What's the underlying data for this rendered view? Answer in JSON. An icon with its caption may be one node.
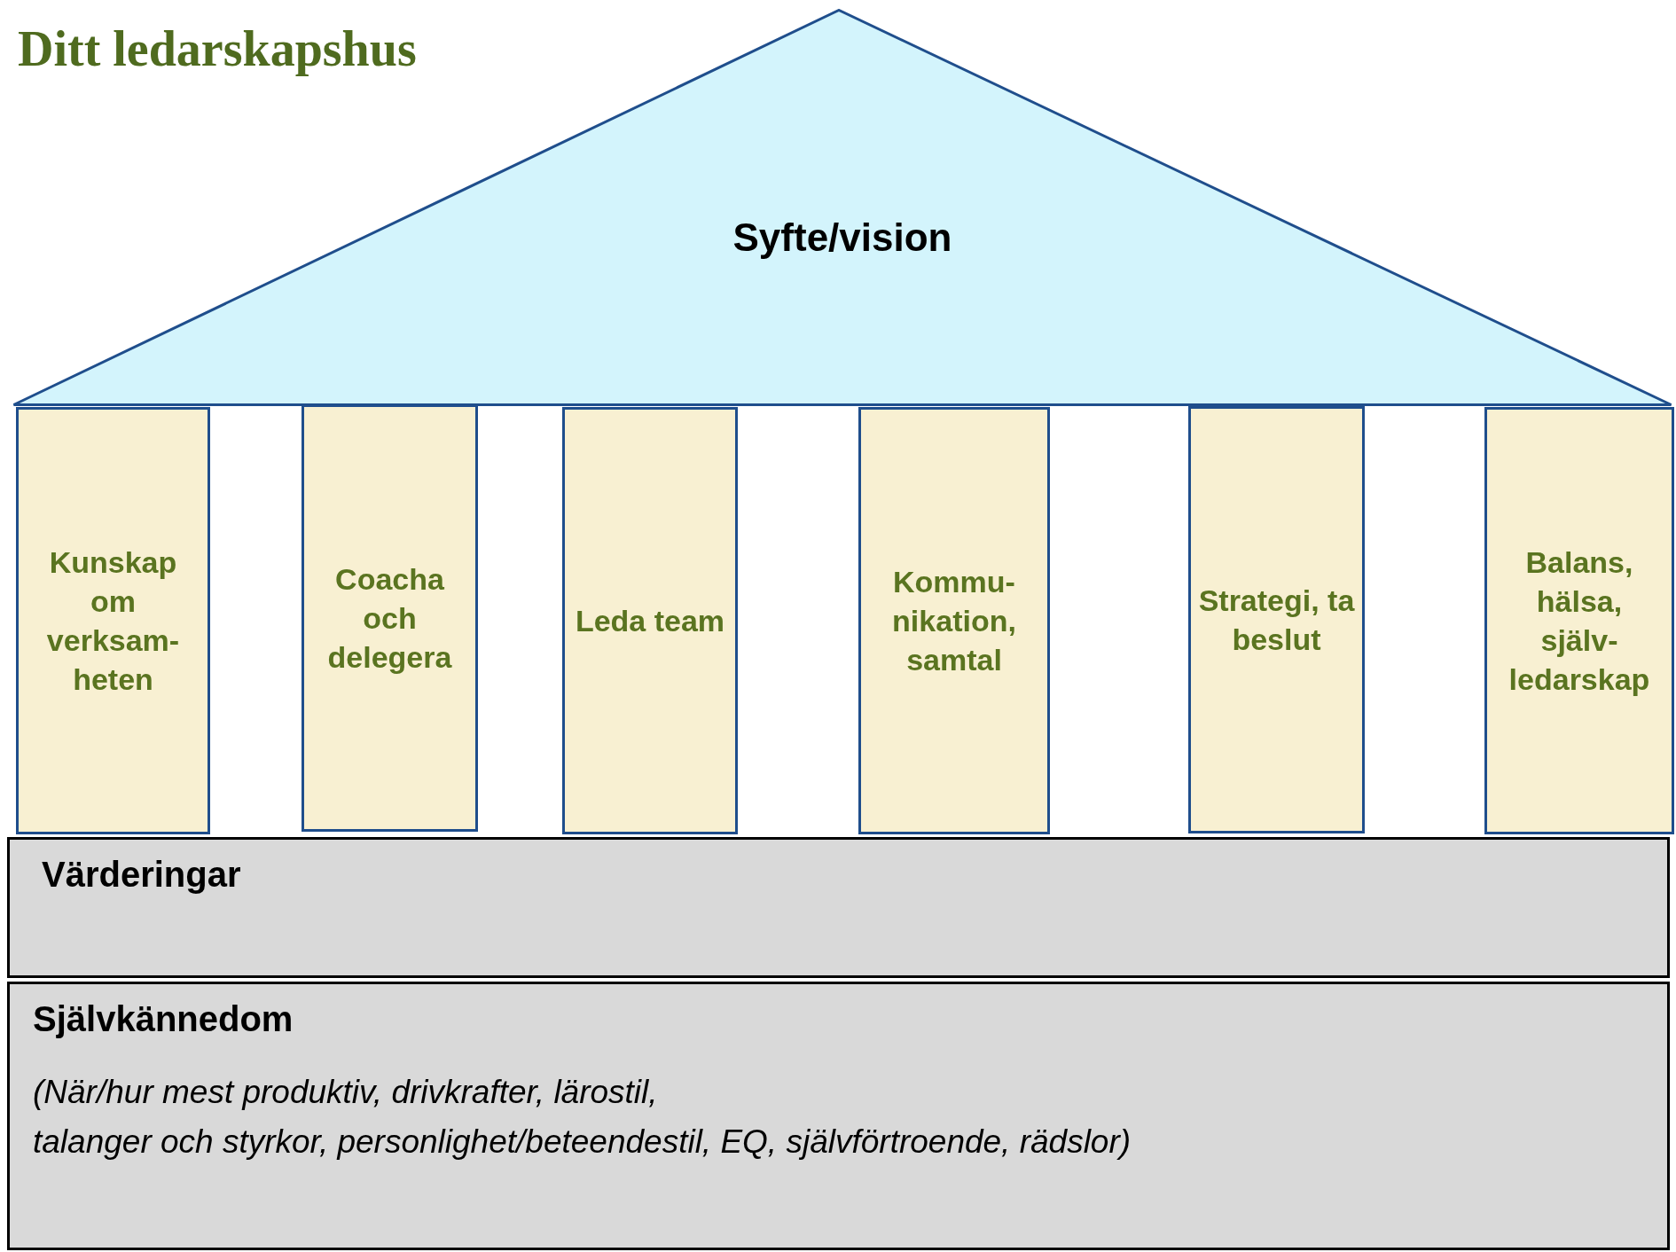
{
  "diagram": {
    "title": "Ditt ledarskapshus",
    "nodes": [
      {
        "text": [
          "Syfte/vision"
        ]
      },
      {
        "text": [
          "Kunskap om verksam- heten"
        ]
      },
      {
        "text": [
          "Coacha och delegera"
        ]
      },
      {
        "text": [
          "Leda team"
        ]
      },
      {
        "text": [
          "Kommu- nikation, samtal"
        ]
      },
      {
        "text": [
          "Strategi, ta beslut"
        ]
      },
      {
        "text": [
          "Balans, hälsa, själv- ledarskap"
        ]
      },
      {
        "text": [
          "Värderingar"
        ]
      },
      {
        "text": [
          "Självkännedom",
          "(När/hur mest produktiv, drivkrafter, lärostil,",
          "talanger och styrkor, personlighet/beteendestil, EQ, självförtroende, rädslor)"
        ]
      }
    ]
  }
}
